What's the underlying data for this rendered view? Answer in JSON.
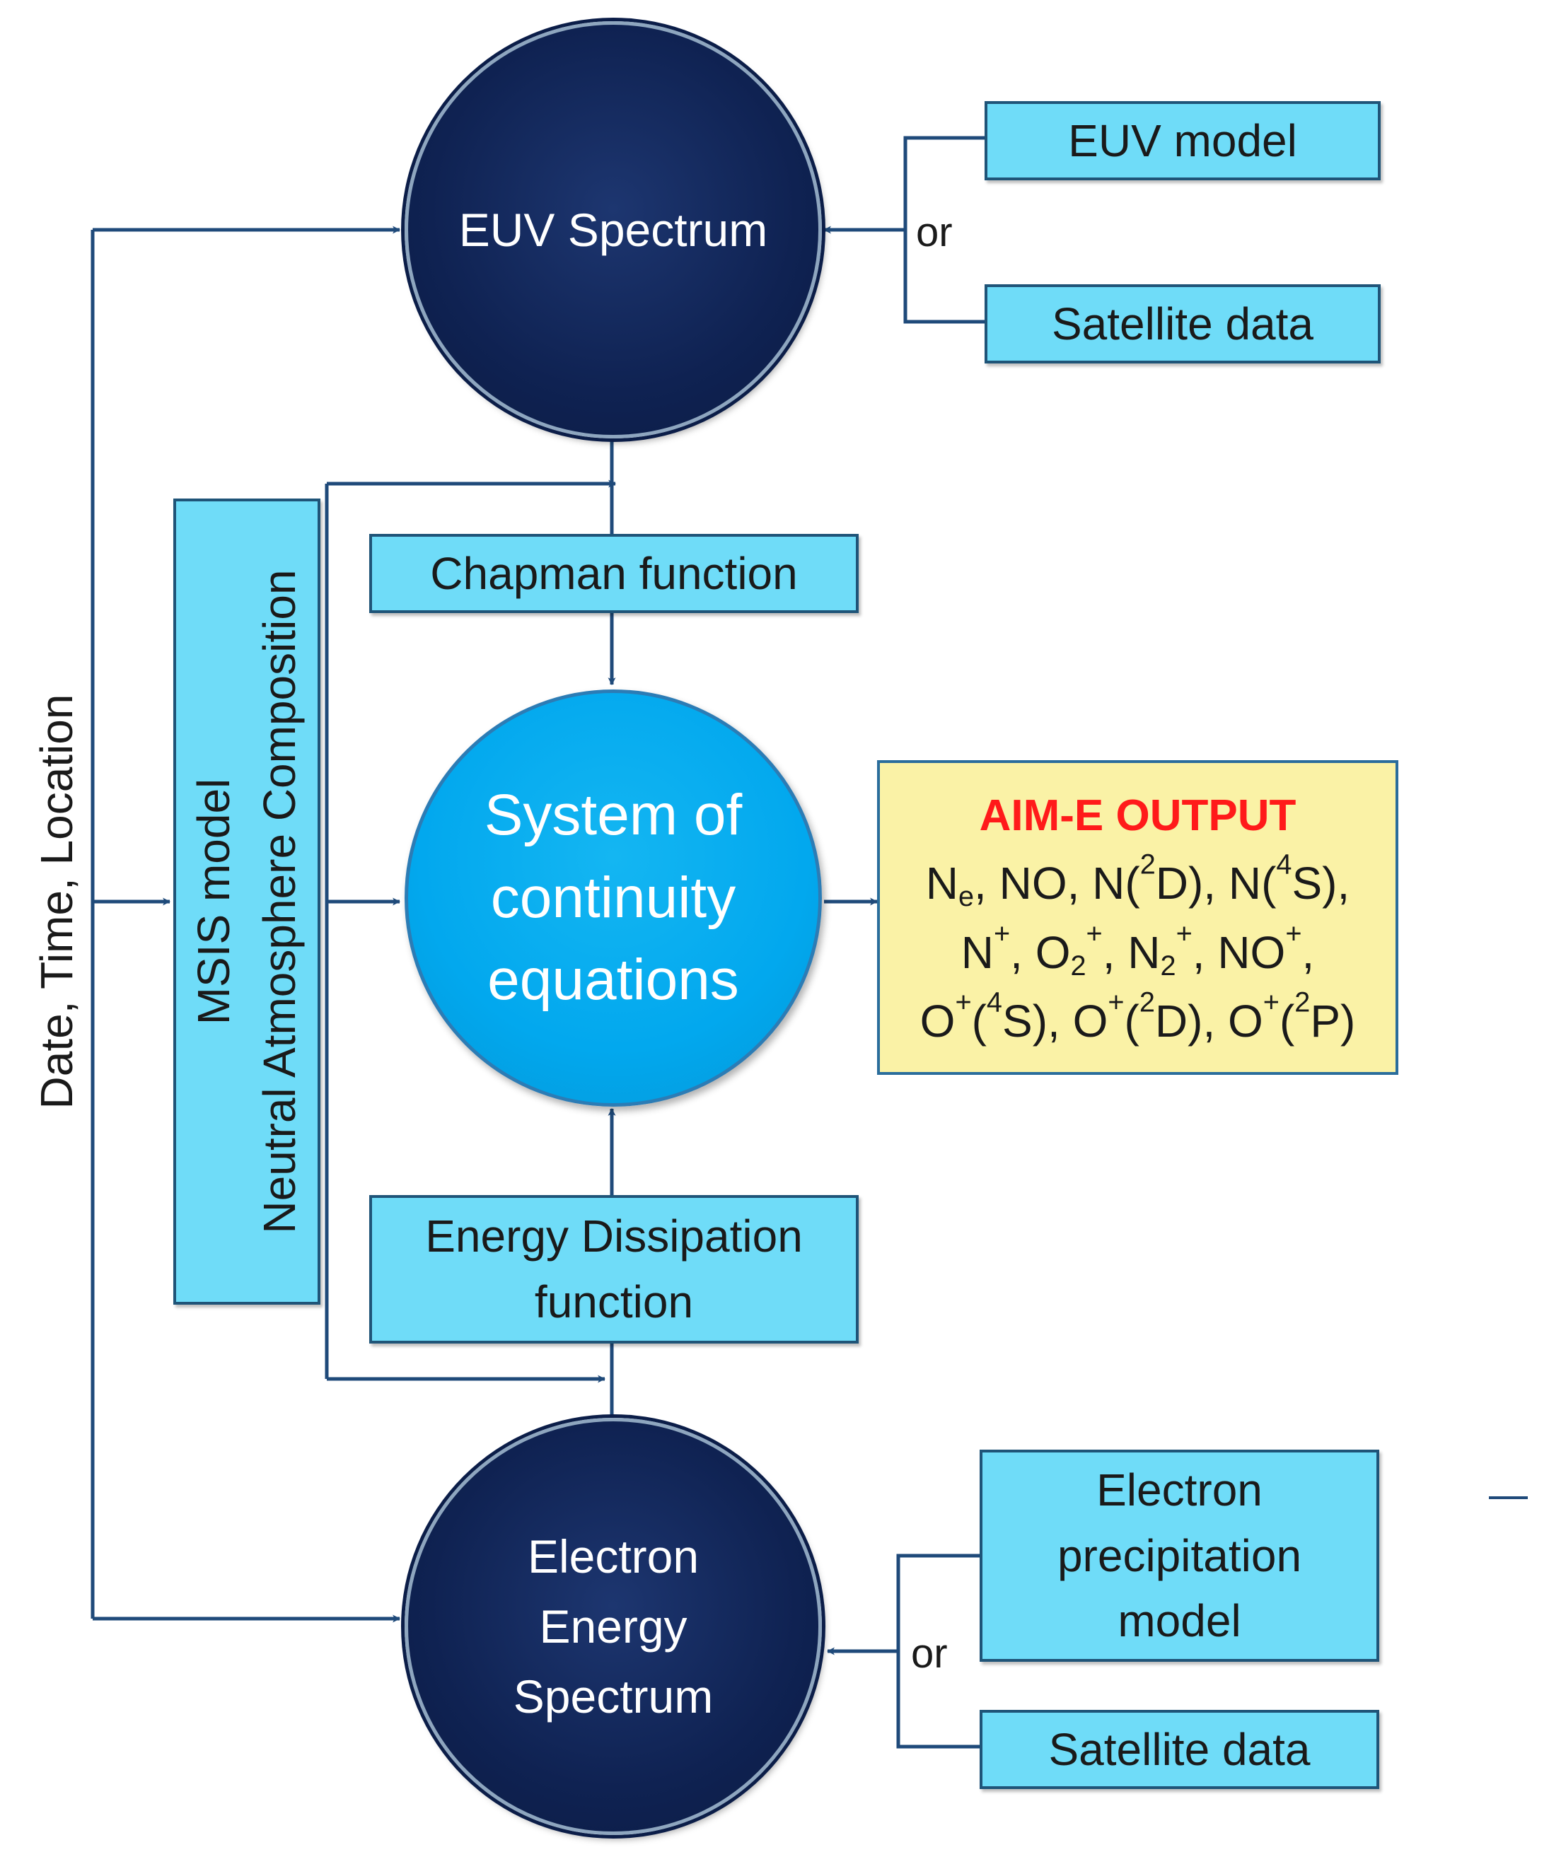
{
  "nodes": {
    "euv_spectrum": "EUV Spectrum",
    "euv_model": "EUV model",
    "satellite_data_top": "Satellite data",
    "or_top": "or",
    "chapman": "Chapman function",
    "continuity": [
      "System of",
      "continuity",
      "equations"
    ],
    "energy_dissipation": [
      "Energy Dissipation",
      "function"
    ],
    "electron_spectrum": [
      "Electron",
      "Energy",
      "Spectrum"
    ],
    "electron_precip_model": [
      "Electron",
      "precipitation",
      "model"
    ],
    "satellite_data_bottom": "Satellite data",
    "or_bottom": "or",
    "msis": [
      "MSIS model",
      "Neutral Atmosphere Composition"
    ],
    "inputs_label": "Date, Time, Location"
  },
  "output": {
    "title": "AIM-E OUTPUT",
    "line1": [
      {
        "t": "N"
      },
      {
        "sub": "e"
      },
      {
        "t": ", NO, N("
      },
      {
        "sup": "2"
      },
      {
        "t": "D), N("
      },
      {
        "sup": "4"
      },
      {
        "t": "S),"
      }
    ],
    "line2": [
      {
        "t": "N"
      },
      {
        "sup": "+"
      },
      {
        "t": ", O"
      },
      {
        "sub": "2"
      },
      {
        "sup": "+"
      },
      {
        "t": ", N"
      },
      {
        "sub": "2"
      },
      {
        "sup": "+"
      },
      {
        "t": ", NO"
      },
      {
        "sup": "+"
      },
      {
        "t": ","
      }
    ],
    "line3": [
      {
        "t": "O"
      },
      {
        "sup": "+"
      },
      {
        "t": "("
      },
      {
        "sup": "4"
      },
      {
        "t": "S), O"
      },
      {
        "sup": "+"
      },
      {
        "t": "("
      },
      {
        "sup": "2"
      },
      {
        "t": "D), O"
      },
      {
        "sup": "+"
      },
      {
        "t": "("
      },
      {
        "sup": "2"
      },
      {
        "t": "P)"
      }
    ]
  },
  "colors": {
    "box_fill": "#6fdcf8",
    "dark_circle": "#0f2252",
    "light_circle": "#02a8ee",
    "output_fill": "#faf2a6",
    "output_title": "#ff1a1a",
    "connector": "#1f4a7a"
  }
}
